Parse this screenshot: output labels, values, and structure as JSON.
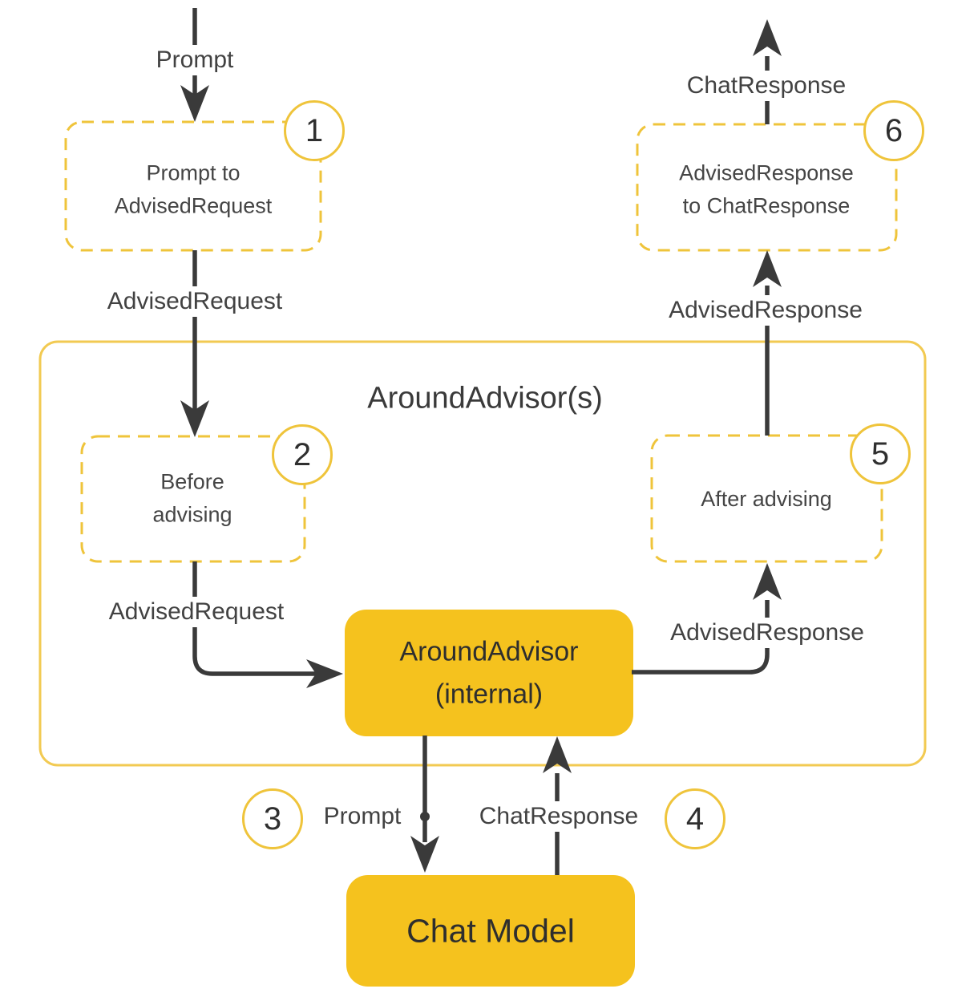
{
  "colors": {
    "accent_fill": "#F5C21E",
    "accent_dash_stroke": "#EFC43B",
    "container_stroke": "#F2CA52",
    "line": "#3A3A3A",
    "text": "#424242"
  },
  "container": {
    "title": "AroundAdvisor(s)"
  },
  "nodes": {
    "step1": {
      "badge": "1",
      "line1": "Prompt to",
      "line2": "AdvisedRequest"
    },
    "step2": {
      "badge": "2",
      "line1": "Before",
      "line2": "advising"
    },
    "step5": {
      "badge": "5",
      "label": "After advising"
    },
    "step6": {
      "badge": "6",
      "line1": "AdvisedResponse",
      "line2": "to ChatResponse"
    },
    "internal": {
      "line1": "AroundAdvisor",
      "line2": "(internal)"
    },
    "chat_model": {
      "label": "Chat Model"
    }
  },
  "edges": {
    "prompt_in": "Prompt",
    "advised_request_outer": "AdvisedRequest",
    "advised_request_inner": "AdvisedRequest",
    "advised_response_inner": "AdvisedResponse",
    "advised_response_outer": "AdvisedResponse",
    "chat_response_out": "ChatResponse",
    "prompt_to_model": "Prompt",
    "chat_response_from_model": "ChatResponse",
    "badge3": "3",
    "badge4": "4"
  }
}
